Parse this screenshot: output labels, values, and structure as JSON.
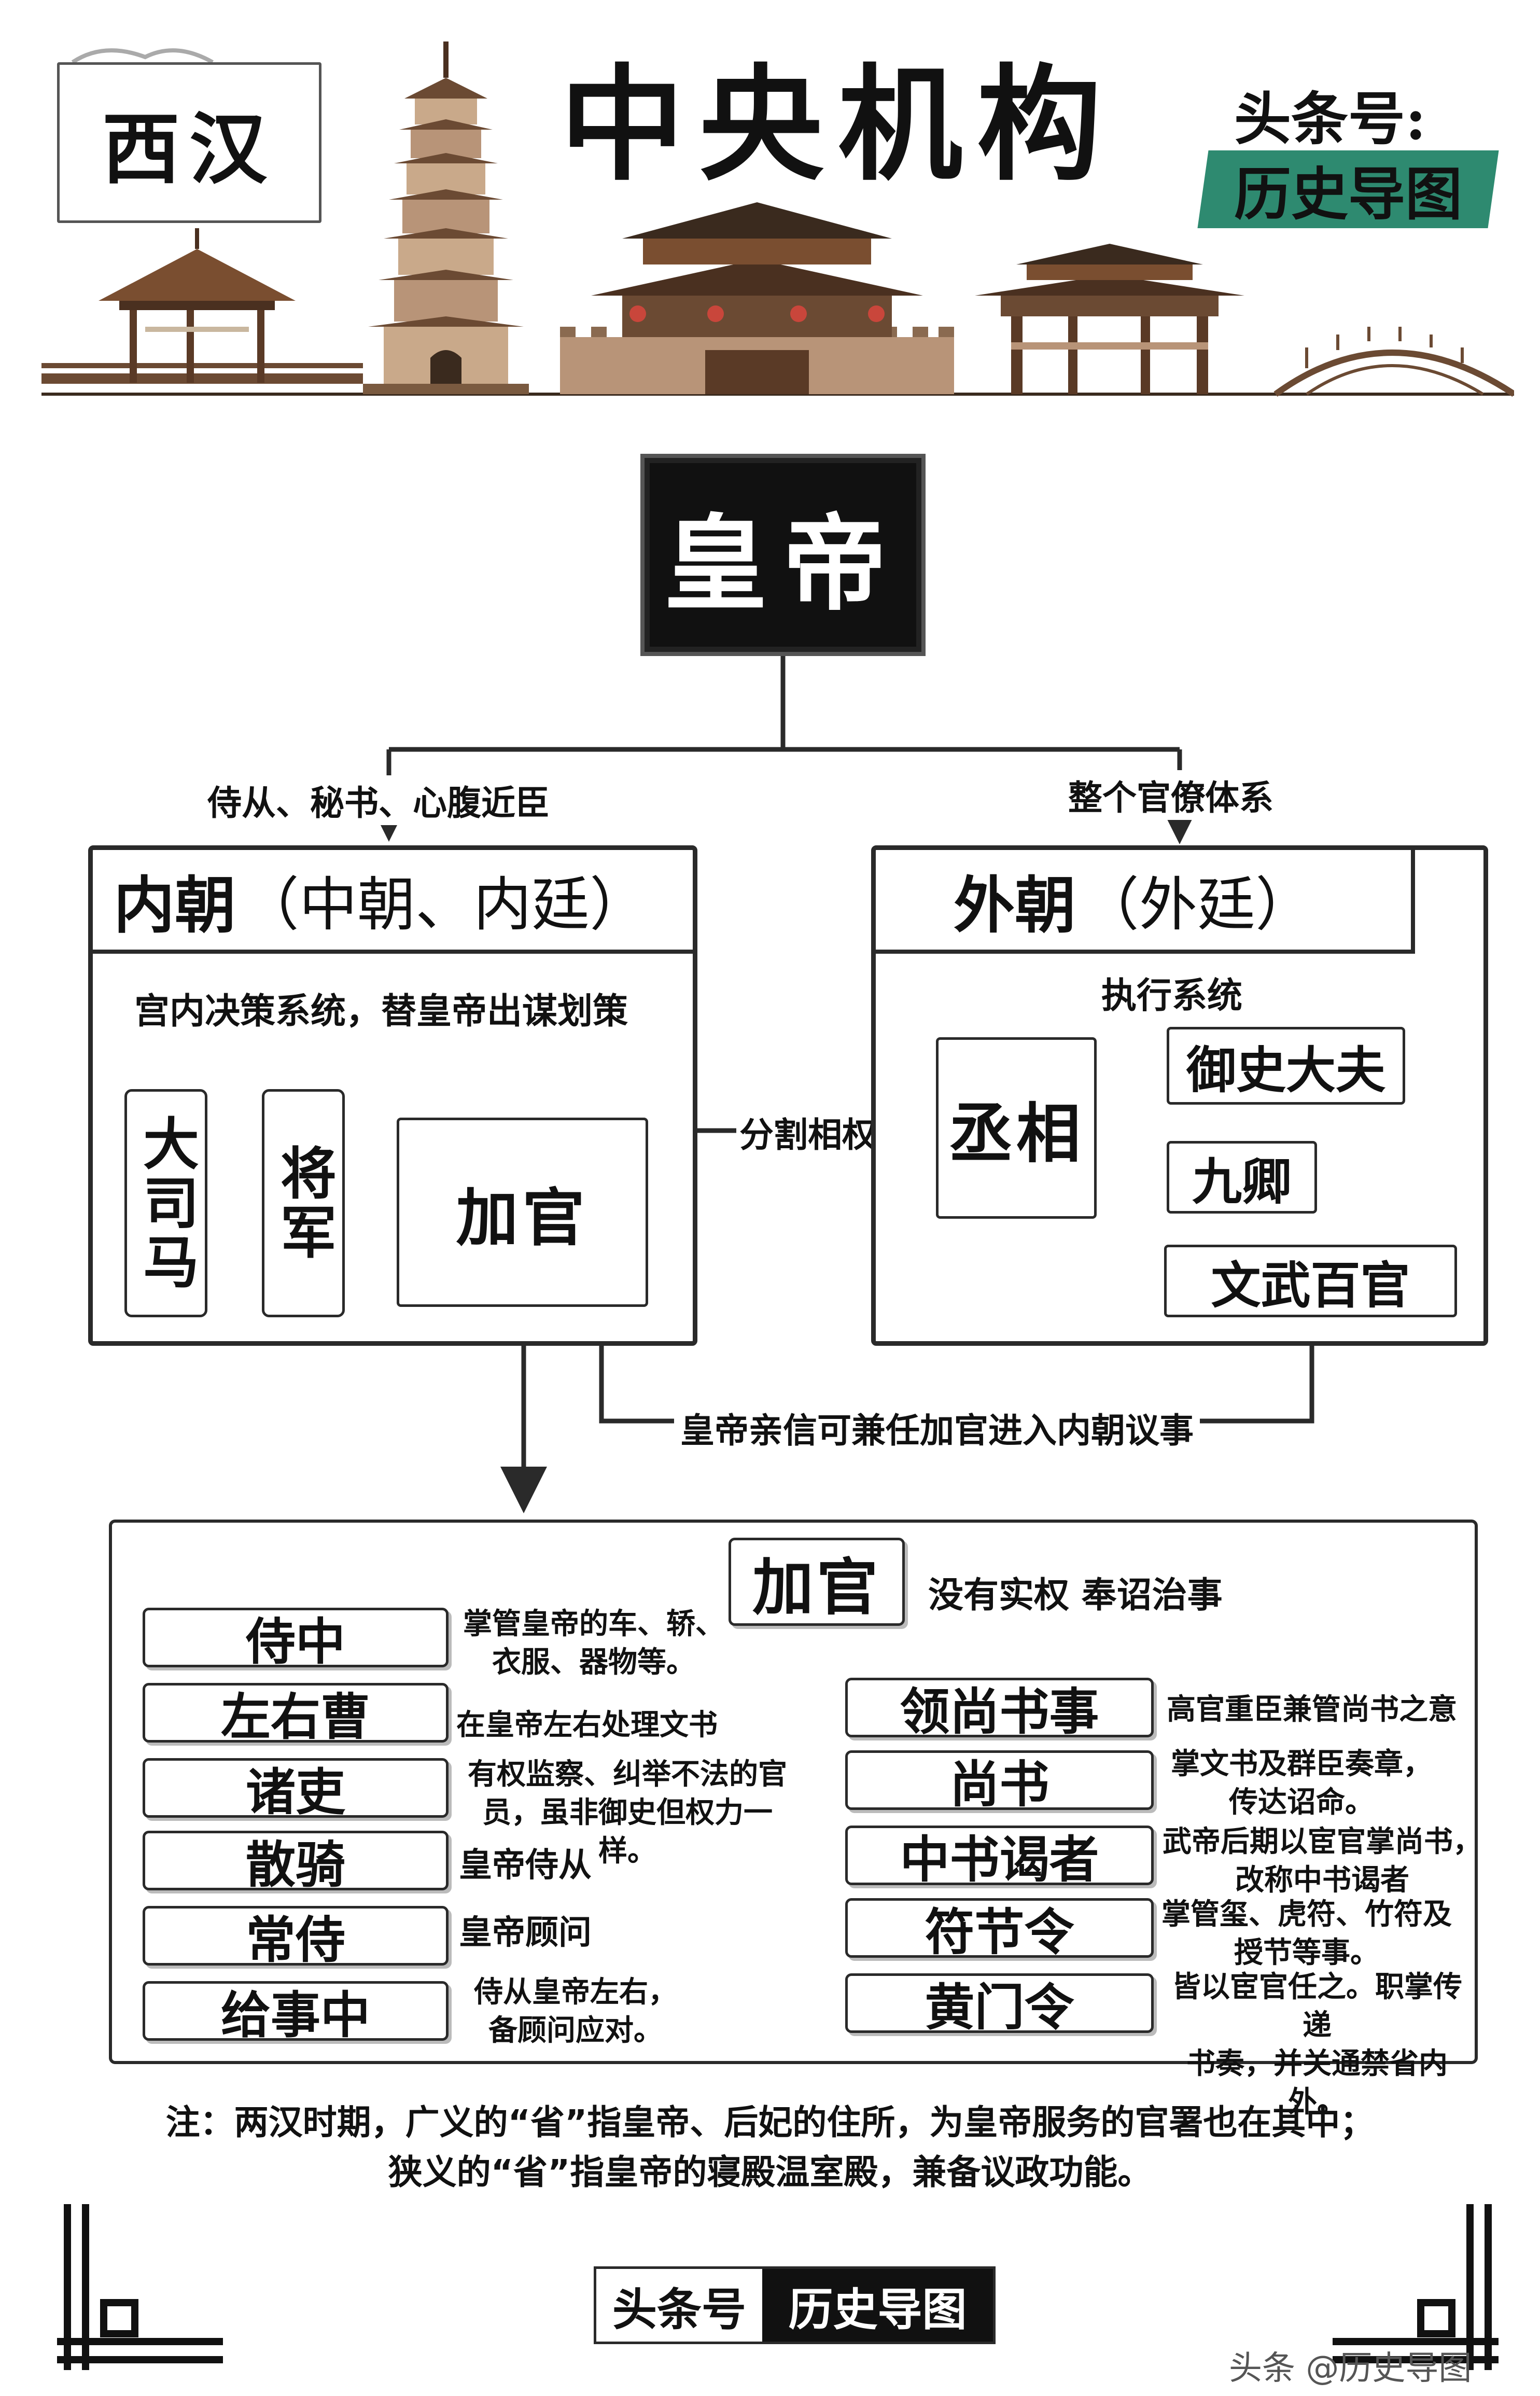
{
  "header": {
    "dynasty": "西汉",
    "title": "中央机构",
    "source_label": "头条号:",
    "source_name": "历史导图"
  },
  "emperor": "皇帝",
  "branches": {
    "inner_edge": "侍从、秘书、心腹近臣",
    "outer_edge": "整个官僚体系",
    "split_edge": "分割相权",
    "return_edge": "皇帝亲信可兼任加官进入内朝议事"
  },
  "inner_court": {
    "title": "内朝",
    "alias": "（中朝、内廷）",
    "subtitle": "宫内决策系统，替皇帝出谋划策",
    "members": [
      "大司马",
      "将军"
    ],
    "extra": "加官"
  },
  "outer_court": {
    "title": "外朝",
    "alias": "（外廷）",
    "subtitle": "执行系统",
    "chancellor": "丞相",
    "members": [
      "御史大夫",
      "九卿",
      "文武百官"
    ]
  },
  "jiaguan": {
    "title": "加官",
    "note": "没有实权 奉诏治事",
    "left": [
      {
        "name": "侍中",
        "desc1": "掌管皇帝的车、轿、",
        "desc2": "衣服、器物等。"
      },
      {
        "name": "左右曹",
        "desc1": "在皇帝左右处理文书",
        "desc2": ""
      },
      {
        "name": "诸吏",
        "desc1": "有权监察、纠举不法的官",
        "desc2": "员，虽非御史但权力一样。"
      },
      {
        "name": "散骑",
        "desc1": "皇帝侍从",
        "desc2": ""
      },
      {
        "name": "常侍",
        "desc1": "皇帝顾问",
        "desc2": ""
      },
      {
        "name": "给事中",
        "desc1": "侍从皇帝左右，",
        "desc2": "备顾问应对。"
      }
    ],
    "right": [
      {
        "name": "领尚书事",
        "desc1": "高官重臣兼管尚书之意",
        "desc2": ""
      },
      {
        "name": "尚书",
        "desc1": "掌文书及群臣奏章，",
        "desc2": "传达诏命。"
      },
      {
        "name": "中书谒者",
        "desc1": "武帝后期以宦官掌尚书，",
        "desc2": "改称中书谒者"
      },
      {
        "name": "符节令",
        "desc1": "掌管玺、虎符、竹符及",
        "desc2": "授节等事。"
      },
      {
        "name": "黄门令",
        "desc1": "皆以宦官任之。职掌传递",
        "desc2": "书奏，并关通禁省内外。"
      }
    ]
  },
  "footnote": {
    "line1": "注：两汉时期，广义的“省”指皇帝、后妃的住所，为皇帝服务的官署也在其中；",
    "line2": "狭义的“省”指皇帝的寝殿温室殿，兼备议政功能。"
  },
  "footer": {
    "label": "头条号",
    "name": "历史导图",
    "watermark": "头条 @历史导图"
  }
}
